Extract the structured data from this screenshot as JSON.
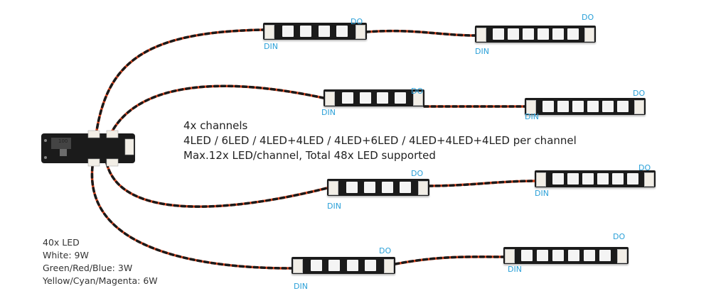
{
  "caption": {
    "line1": "4x channels",
    "line2": "4LED / 6LED / 4LED+4LED / 4LED+6LED / 4LED+4LED+4LED per channel",
    "line3": "Max.12x LED/channel,  Total 48x LED supported"
  },
  "power_note": {
    "line1": "40x LED",
    "line2": "White: 9W",
    "line3": "Green/Red/Blue: 3W",
    "line4": "Yellow/Cyan/Magenta: 6W"
  },
  "pin_labels": {
    "din": "DIN",
    "do": "DO"
  },
  "board_text": "100",
  "colors": {
    "wire_red": "#e8461c",
    "wire_black": "#1a1a1a",
    "pcb": "#1b1b1b",
    "led": "#f4f4f4",
    "label": "#2aa0d8"
  }
}
